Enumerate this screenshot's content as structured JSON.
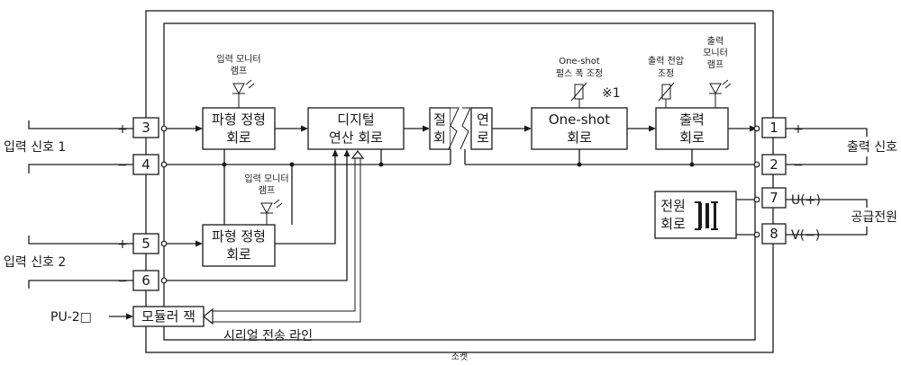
{
  "socket_label": "소켓",
  "boxes": {
    "waveform1": [
      "파형 정형",
      "회로"
    ],
    "waveform2": [
      "파형 정형",
      "회로"
    ],
    "digital": [
      "디지털",
      "연산 회로"
    ],
    "insulation_left": [
      "절",
      "회"
    ],
    "insulation_right": [
      "연",
      "로"
    ],
    "oneshot": [
      "One-shot",
      "회로"
    ],
    "output": [
      "출력",
      "회로"
    ],
    "power": [
      "전원",
      "회로"
    ],
    "modular_jack": "모듈러 잭"
  },
  "lamps": {
    "input_monitor_1": [
      "입력 모니터",
      "램프"
    ],
    "input_monitor_2": [
      "입력 모니터",
      "램프"
    ],
    "output_monitor": [
      "출력",
      "모니터",
      "램프"
    ]
  },
  "adjust": {
    "pulse_width": [
      "One-shot",
      "펄스 폭 조정"
    ],
    "pulse_note": "※1",
    "output_voltage": [
      "출력 전압",
      "조정"
    ]
  },
  "terminals": {
    "left": [
      "3",
      "4",
      "5",
      "6"
    ],
    "right": [
      "1",
      "2",
      "7",
      "8"
    ]
  },
  "signs": {
    "t3": "+",
    "t4": "−",
    "t5": "+",
    "t6": "−",
    "t1": "+",
    "t2": "−",
    "t7": "U(+)",
    "t8": "V(−)"
  },
  "labels": {
    "input_signal_1": "입력 신호 1",
    "input_signal_2": "입력 신호 2",
    "output_signal": "출력 신호",
    "power_supply": "공급전원",
    "pu2": "PU-2□",
    "serial_line": "시리얼 전송 라인"
  }
}
